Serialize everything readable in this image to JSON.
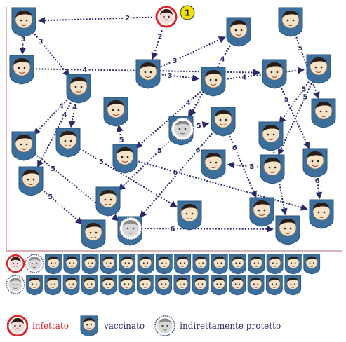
{
  "colors": {
    "arrow": "#2a2a6a",
    "shield": "#3d6f9c",
    "shield_dark": "#2b5580",
    "infected_ring": "#e0262b",
    "protected_ring": "#2a2a6a",
    "badge": "#f2e000",
    "frame": "#d09aa0"
  },
  "diagram": {
    "start_badge": "1",
    "nodes": [
      {
        "id": "n1",
        "kind": "vaccinated"
      },
      {
        "id": "n2",
        "kind": "infected"
      },
      {
        "id": "n3",
        "kind": "vaccinated"
      },
      {
        "id": "n4",
        "kind": "vaccinated"
      },
      {
        "id": "n5",
        "kind": "vaccinated"
      },
      {
        "id": "n6",
        "kind": "vaccinated"
      },
      {
        "id": "n7",
        "kind": "vaccinated"
      },
      {
        "id": "n8",
        "kind": "vaccinated"
      },
      {
        "id": "n9",
        "kind": "vaccinated"
      },
      {
        "id": "n10",
        "kind": "vaccinated"
      },
      {
        "id": "n11",
        "kind": "vaccinated"
      },
      {
        "id": "n12",
        "kind": "vaccinated"
      },
      {
        "id": "n13",
        "kind": "protected"
      },
      {
        "id": "n14",
        "kind": "vaccinated"
      },
      {
        "id": "n15",
        "kind": "vaccinated"
      },
      {
        "id": "n16",
        "kind": "vaccinated"
      },
      {
        "id": "n17",
        "kind": "vaccinated"
      },
      {
        "id": "n18",
        "kind": "vaccinated"
      },
      {
        "id": "n19",
        "kind": "vaccinated"
      },
      {
        "id": "n20",
        "kind": "vaccinated"
      },
      {
        "id": "n21",
        "kind": "vaccinated"
      },
      {
        "id": "n22",
        "kind": "vaccinated"
      },
      {
        "id": "n23",
        "kind": "vaccinated"
      },
      {
        "id": "n24",
        "kind": "vaccinated"
      },
      {
        "id": "n25",
        "kind": "vaccinated"
      },
      {
        "id": "n26",
        "kind": "vaccinated"
      },
      {
        "id": "n27",
        "kind": "vaccinated"
      },
      {
        "id": "n28",
        "kind": "protected"
      },
      {
        "id": "n29",
        "kind": "vaccinated"
      },
      {
        "id": "n30",
        "kind": "vaccinated"
      },
      {
        "id": "n31",
        "kind": "vaccinated"
      }
    ],
    "edges": [
      {
        "from": "n2",
        "to": "n1",
        "step": "2"
      },
      {
        "from": "n2",
        "to": "n6",
        "step": "2"
      },
      {
        "from": "n1",
        "to": "n5",
        "step": "3"
      },
      {
        "from": "n1",
        "to": "n7",
        "step": "3"
      },
      {
        "from": "n6",
        "to": "n4",
        "step": "3"
      },
      {
        "from": "n6",
        "to": "n8",
        "step": "3"
      },
      {
        "from": "n7",
        "to": "n9",
        "step": "4"
      },
      {
        "from": "n7",
        "to": "n10",
        "step": "4"
      },
      {
        "from": "n7",
        "to": "n11",
        "step": "4"
      },
      {
        "from": "n4",
        "to": "n12",
        "step": "4"
      },
      {
        "from": "n4",
        "to": "n13",
        "step": "4"
      },
      {
        "from": "n5",
        "to": "n14",
        "step": "4"
      },
      {
        "from": "n8",
        "to": "n15",
        "step": "4"
      },
      {
        "from": "n8",
        "to": "n16",
        "step": "4"
      },
      {
        "from": "n3",
        "to": "n17",
        "step": "5"
      },
      {
        "from": "n16",
        "to": "n18",
        "step": "5"
      },
      {
        "from": "n13",
        "to": "n19",
        "step": "5"
      },
      {
        "from": "n15",
        "to": "n20",
        "step": "5"
      },
      {
        "from": "n14",
        "to": "n21",
        "step": "5"
      },
      {
        "from": "n15",
        "to": "n22",
        "step": "5"
      },
      {
        "from": "n22",
        "to": "n23",
        "step": "5"
      },
      {
        "from": "n12",
        "to": "n24",
        "step": "5"
      },
      {
        "from": "n11",
        "to": "n25",
        "step": "5"
      },
      {
        "from": "n10",
        "to": "n26",
        "step": "5"
      },
      {
        "from": "n9",
        "to": "n27",
        "step": "5"
      },
      {
        "from": "n19",
        "to": "n28",
        "step": "6"
      },
      {
        "from": "n19",
        "to": "n29",
        "step": "6"
      },
      {
        "from": "n20",
        "to": "n30",
        "step": "6"
      },
      {
        "from": "n21",
        "to": "n31",
        "step": "6"
      },
      {
        "from": "n28",
        "to": "n30",
        "step": "6"
      },
      {
        "from": "n16",
        "to": "n31",
        "step": "6"
      }
    ]
  },
  "counter_rows": [
    {
      "lead": [
        "infected",
        "protected"
      ],
      "count": 15
    },
    {
      "lead": [
        "protected"
      ],
      "count": 15
    }
  ],
  "legend": {
    "infected": "infettato",
    "vaccinated": "vaccinato",
    "protected": "indirettamente protetto"
  }
}
